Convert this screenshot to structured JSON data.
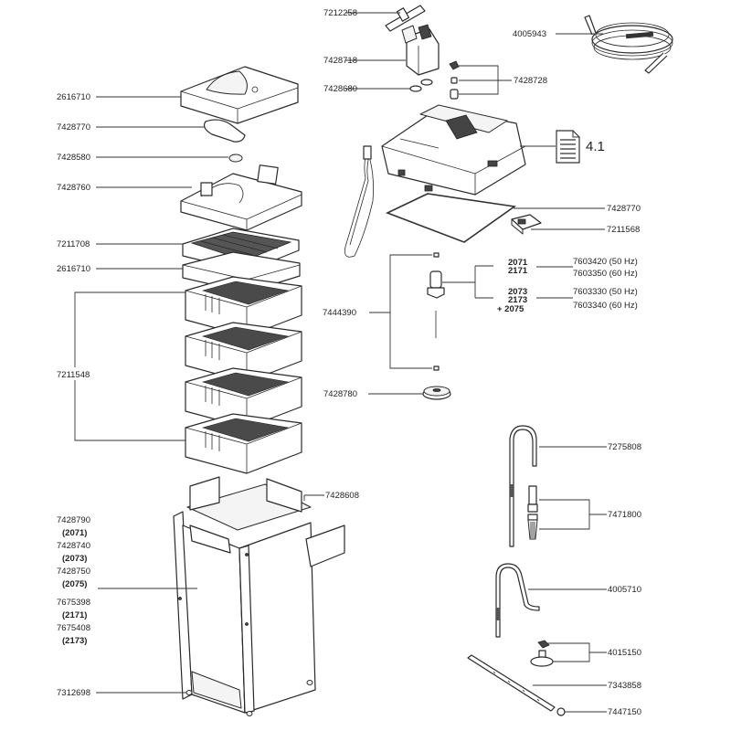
{
  "title": "Exploded parts diagram – canister filter",
  "labels": {
    "p7212258": "7212258",
    "p7428718": "7428718",
    "p7428680": "7428680",
    "p4005943": "4005943",
    "p7428728": "7428728",
    "p2616710a": "2616710",
    "p7428770a": "7428770",
    "p7428580": "7428580",
    "p7428760": "7428760",
    "p7211708": "7211708",
    "p2616710b": "2616710",
    "p7211548": "7211548",
    "p7428770b": "7428770",
    "p7211568": "7211568",
    "p7444390": "7444390",
    "p7428780": "7428780",
    "p7428608": "7428608",
    "p7312698": "7312698",
    "p7275808": "7275808",
    "p7471800": "7471800",
    "p4005710": "4005710",
    "p4015150": "4015150",
    "p7343858": "7343858",
    "p7447150": "7447150"
  },
  "document_ref": {
    "icon": "document-icon",
    "label": "4.1"
  },
  "impeller_variants": [
    {
      "models": [
        "2071",
        "2171"
      ],
      "parts": [
        "7603420 (50 Hz)",
        "7603350 (60 Hz)"
      ]
    },
    {
      "models": [
        "2073",
        "2173",
        "+ 2075"
      ],
      "parts": [
        "7603330 (50 Hz)",
        "7603340 (60 Hz)"
      ]
    }
  ],
  "canister_variants": [
    {
      "part": "7428790",
      "model": "(2071)"
    },
    {
      "part": "7428740",
      "model": "(2073)"
    },
    {
      "part": "7428750",
      "model": "(2075)"
    },
    {
      "part": "7675398",
      "model": "(2171)"
    },
    {
      "part": "7675408",
      "model": "(2173)"
    }
  ]
}
